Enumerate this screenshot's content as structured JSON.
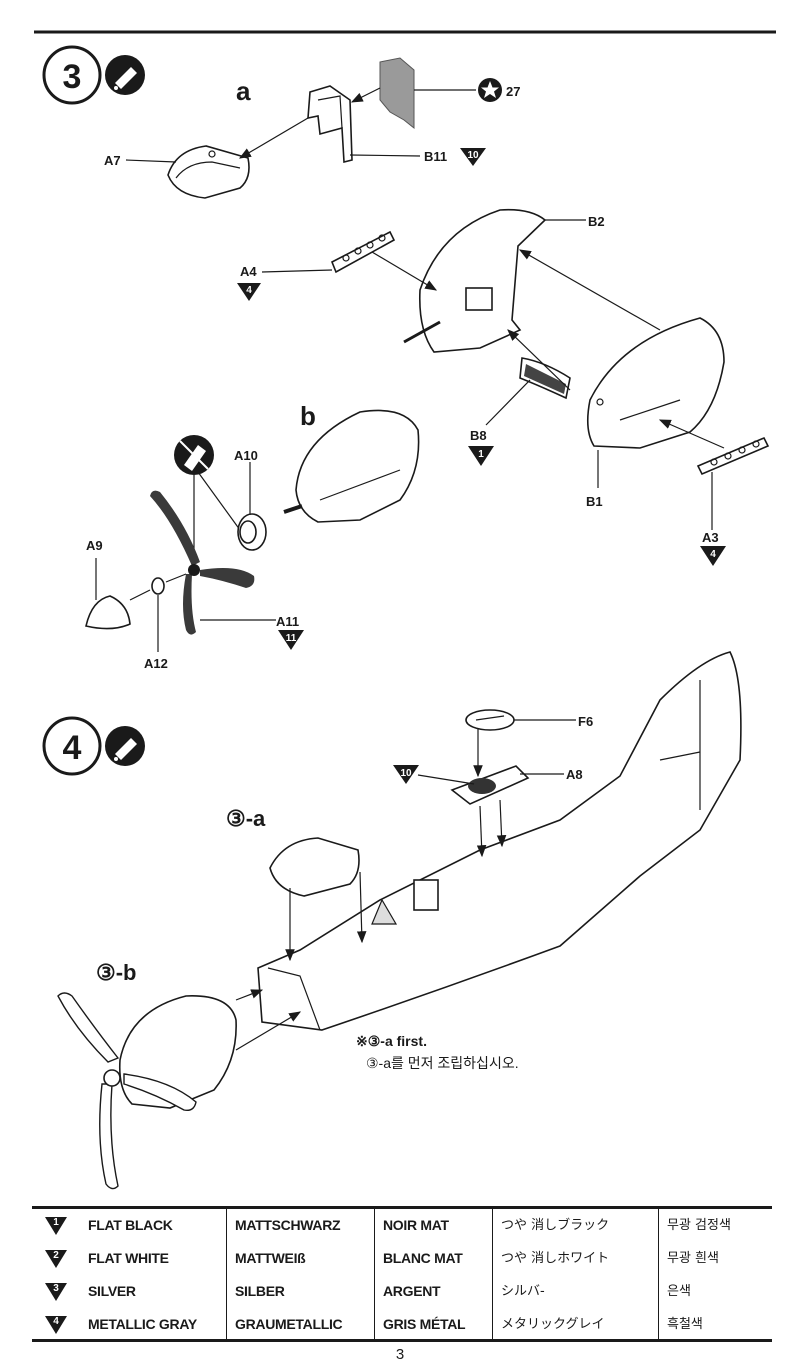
{
  "steps": {
    "step3": {
      "number": "3",
      "sub_a": "a",
      "sub_b": "b"
    },
    "step4": {
      "number": "4",
      "ref_a": "③-a",
      "ref_b": "③-b",
      "note_en": "※③-a first.",
      "note_ko": "③-a를 먼저 조립하십시오."
    }
  },
  "parts": {
    "A7": "A7",
    "B11": "B11",
    "B11_paint": "10",
    "decal": "27",
    "B2": "B2",
    "A4": "A4",
    "A4_paint": "4",
    "B8": "B8",
    "B8_paint": "1",
    "B1": "B1",
    "A3": "A3",
    "A3_paint": "4",
    "A10": "A10",
    "A9": "A9",
    "A12": "A12",
    "A11": "A11",
    "A11_paint": "11",
    "F6": "F6",
    "A8": "A8",
    "A8_paint": "10"
  },
  "color_table": [
    {
      "num": "1",
      "en": "FLAT BLACK",
      "de": "MATTSCHWARZ",
      "fr": "NOIR MAT",
      "ja": "つや 消しブラック",
      "ko": "무광 검정색"
    },
    {
      "num": "2",
      "en": "FLAT WHITE",
      "de": "MATTWEIß",
      "fr": "BLANC MAT",
      "ja": "つや 消しホワイト",
      "ko": "무광 흰색"
    },
    {
      "num": "3",
      "en": "SILVER",
      "de": "SILBER",
      "fr": "ARGENT",
      "ja": "シルバ-",
      "ko": "은색"
    },
    {
      "num": "4",
      "en": "METALLIC GRAY",
      "de": "GRAUMETALLIC",
      "fr": "GRIS MÉTAL",
      "ja": "メタリックグレイ",
      "ko": "흑철색"
    }
  ],
  "page_number": "3"
}
